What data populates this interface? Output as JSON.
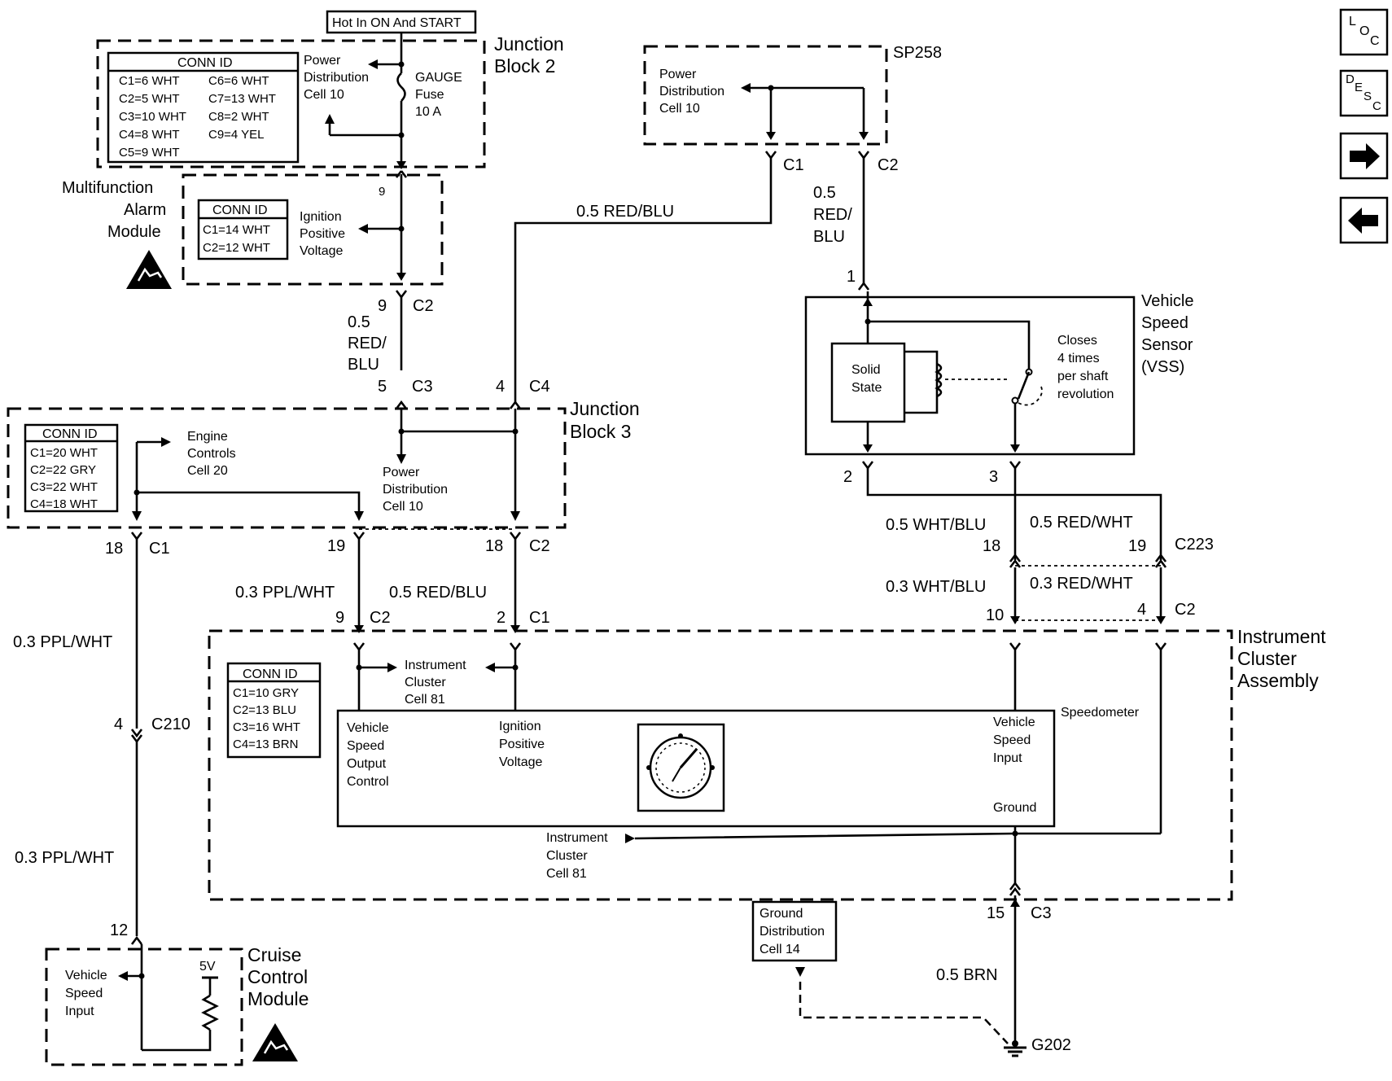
{
  "top_label": "Hot In ON And START",
  "junction_block_2": {
    "title_1": "Junction",
    "title_2": "Block 2",
    "conn_id_title": "CONN ID",
    "conn_rows": [
      "C1=6 WHT",
      "C2=5 WHT",
      "C3=10 WHT",
      "C4=8 WHT",
      "C5=9 WHT"
    ],
    "conn_rows_2": [
      "C6=6 WHT",
      "C7=13 WHT",
      "C8=2 WHT",
      "C9=4 YEL"
    ],
    "power_dist": [
      "Power",
      "Distribution",
      "Cell 10"
    ],
    "fuse": [
      "GAUGE",
      "Fuse",
      "10 A"
    ]
  },
  "sp258": {
    "label": "SP258",
    "power_dist": [
      "Power",
      "Distribution",
      "Cell 10"
    ],
    "c1": "C1",
    "c2": "C2"
  },
  "alarm_module": {
    "title": [
      "Multifunction",
      "Alarm",
      "Module"
    ],
    "conn_id_title": "CONN ID",
    "conn_rows": [
      "C1=14 WHT",
      "C2=12 WHT"
    ],
    "ignition": [
      "Ignition",
      "Positive",
      "Voltage"
    ],
    "pin_top": "9",
    "pin_bottom": "9",
    "conn_bottom": "C2"
  },
  "wires": {
    "red_blu_top": "0.5 RED/BLU",
    "red_blu_left": [
      "0.5",
      "RED/",
      "BLU"
    ],
    "red_blu_right": [
      "0.5",
      "RED/",
      "BLU"
    ],
    "ppl_wht_1": "0.3 PPL/WHT",
    "red_blu_mid": "0.5 RED/BLU",
    "ppl_wht_left_1": "0.3 PPL/WHT",
    "ppl_wht_left_2": "0.3 PPL/WHT",
    "wht_blu_1": "0.5 WHT/BLU",
    "red_wht_1": "0.5 RED/WHT",
    "wht_blu_2": "0.3 WHT/BLU",
    "red_wht_2": "0.3 RED/WHT",
    "brn": "0.5 BRN"
  },
  "junction_block_3": {
    "title_1": "Junction",
    "title_2": "Block 3",
    "conn_id_title": "CONN ID",
    "conn_rows": [
      "C1=20 WHT",
      "C2=22 GRY",
      "C3=22 WHT",
      "C4=18 WHT"
    ],
    "engine": [
      "Engine",
      "Controls",
      "Cell 20"
    ],
    "power_dist": [
      "Power",
      "Distribution",
      "Cell 10"
    ],
    "pin_5": "5",
    "c3": "C3",
    "pin_4": "4",
    "c4": "C4",
    "pin_18a": "18",
    "c1": "C1",
    "pin_19": "19",
    "pin_18b": "18",
    "c2": "C2"
  },
  "vss": {
    "title": [
      "Vehicle",
      "Speed",
      "Sensor",
      "(VSS)"
    ],
    "solid_state": [
      "Solid",
      "State"
    ],
    "closes": [
      "Closes",
      "4 times",
      "per shaft",
      "revolution"
    ],
    "pin_1": "1",
    "pin_2": "2",
    "pin_3": "3"
  },
  "c223": {
    "label": "C223",
    "pin_18": "18",
    "pin_19": "19",
    "pin_10": "10",
    "pin_4": "4",
    "c2": "C2"
  },
  "instrument_cluster": {
    "title": [
      "Instrument",
      "Cluster",
      "Assembly"
    ],
    "conn_id_title": "CONN ID",
    "conn_rows": [
      "C1=10 GRY",
      "C2=13 BLU",
      "C3=16 WHT",
      "C4=13 BRN"
    ],
    "pin_9": "9",
    "c2": "C2",
    "pin_2": "2",
    "c1": "C1",
    "ic_cell_top": [
      "Instrument",
      "Cluster",
      "Cell 81"
    ],
    "ic_cell_bottom": [
      "Instrument",
      "Cluster",
      "Cell 81"
    ],
    "vso": [
      "Vehicle",
      "Speed",
      "Output",
      "Control"
    ],
    "ignition": [
      "Ignition",
      "Positive",
      "Voltage"
    ],
    "speedometer": "Speedometer",
    "vs_input": [
      "Vehicle",
      "Speed",
      "Input"
    ],
    "ground": "Ground",
    "pin_15": "15",
    "c3": "C3"
  },
  "c210": {
    "pin": "4",
    "label": "C210"
  },
  "cruise": {
    "title": [
      "Cruise",
      "Control",
      "Module"
    ],
    "pin": "12",
    "vs_input": [
      "Vehicle",
      "Speed",
      "Input"
    ],
    "volt": "5V"
  },
  "ground_dist": [
    "Ground",
    "Distribution",
    "Cell 14"
  ],
  "g202": "G202",
  "nav": {
    "loc": [
      "L",
      "O",
      "C"
    ],
    "desc": [
      "D",
      "E",
      "S",
      "C"
    ],
    "next_icon": "arrow-right-icon",
    "prev_icon": "arrow-left-icon"
  }
}
